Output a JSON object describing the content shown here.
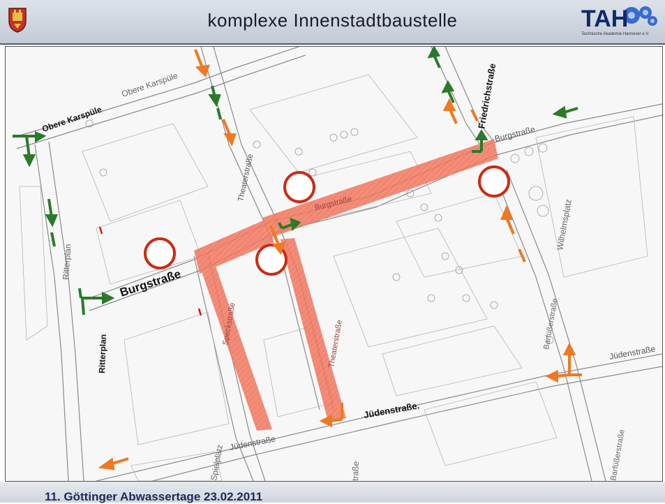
{
  "header": {
    "title": "komplexe Innenstadtbaustelle",
    "logo_text": "TAH",
    "logo_subtitle": "Technische Akademie Hannover e.V."
  },
  "map": {
    "street_labels": {
      "obere_karspuele_bold": "Obere Karspüle",
      "obere_karspuele_map": "Obere Karspüle",
      "friedrichstrasse": "Friedrichstraße",
      "burgstrasse_map_east": "Burgstraße",
      "burgstrasse_map_mid": "Burgstraße",
      "burgstrasse_bold": "Burgstraße",
      "theaterstrasse_top": "Theaterstraße",
      "theaterstrasse_bottom": "Theaterstraße",
      "speckstrasse": "Speckstraße",
      "wilhelmsplatz": "Wilhelmsplatz",
      "ritterplan_top": "Ritterplan",
      "ritterplan_bold": "Ritterplan",
      "barfuesserstrasse_top": "Barfüßerstraße",
      "barfuesserstrasse_bottom": "Barfüßerstraße",
      "juedenstrasse_right": "Jüdenstraße",
      "juedenstrasse_bold": "Jüdenstraße.",
      "juedenstrasse_map": "Jüdenstraße",
      "spielplatz": "Spielplatz",
      "strasse_fragment": "traße"
    },
    "colors": {
      "construction_zone": "#f0705a",
      "construction_marker": "#cc2b12",
      "arrow_green": "#2a7a2a",
      "arrow_orange": "#f07820",
      "street_line": "#8a8a8a"
    }
  },
  "footer": {
    "text": "11. Göttinger Abwassertage 23.02.2011"
  }
}
